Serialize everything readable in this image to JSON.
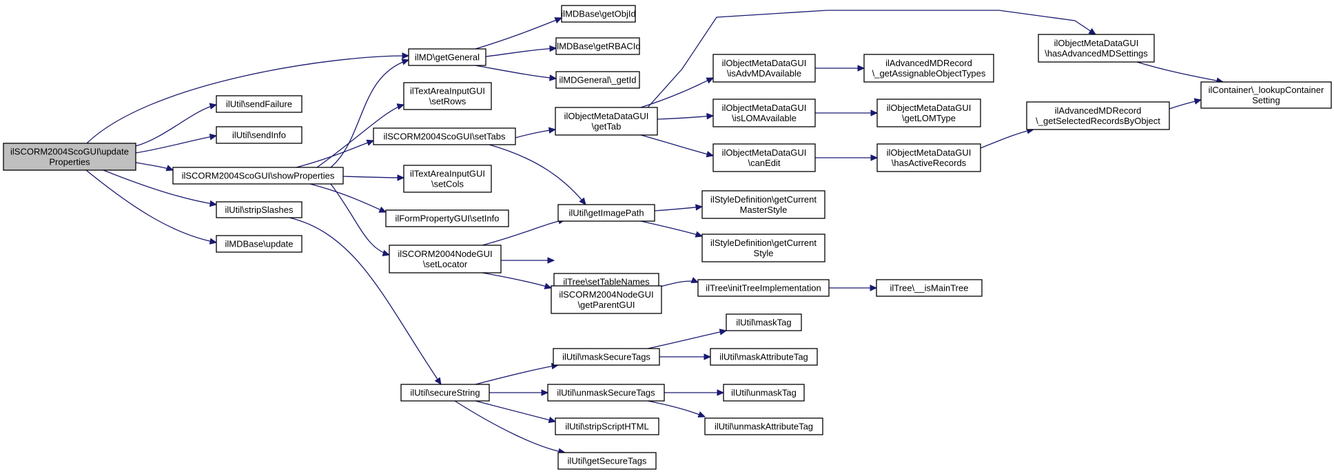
{
  "colors": {
    "edge": "#191970",
    "node_fill": "#ffffff",
    "root_fill": "#bfbfbf",
    "border": "#000000"
  },
  "nodes": [
    {
      "id": "root",
      "lines": [
        "ilSCORM2004ScoGUI\\update",
        "Properties"
      ],
      "root": true
    },
    {
      "id": "getGeneral",
      "lines": [
        "ilMD\\getGeneral"
      ]
    },
    {
      "id": "sendFailure",
      "lines": [
        "ilUtil\\sendFailure"
      ]
    },
    {
      "id": "sendInfo",
      "lines": [
        "ilUtil\\sendInfo"
      ]
    },
    {
      "id": "showProperties",
      "lines": [
        "ilSCORM2004ScoGUI\\showProperties"
      ]
    },
    {
      "id": "stripSlashes",
      "lines": [
        "ilUtil\\stripSlashes"
      ]
    },
    {
      "id": "mdUpdate",
      "lines": [
        "ilMDBase\\update"
      ]
    },
    {
      "id": "getObjId",
      "lines": [
        "ilMDBase\\getObjId"
      ]
    },
    {
      "id": "getRBACId",
      "lines": [
        "ilMDBase\\getRBACId"
      ]
    },
    {
      "id": "getGenId",
      "lines": [
        "ilMDGeneral\\_getId"
      ]
    },
    {
      "id": "setRows",
      "lines": [
        "ilTextAreaInputGUI",
        "\\setRows"
      ]
    },
    {
      "id": "setTabs",
      "lines": [
        "ilSCORM2004ScoGUI\\setTabs"
      ]
    },
    {
      "id": "setCols",
      "lines": [
        "ilTextAreaInputGUI",
        "\\setCols"
      ]
    },
    {
      "id": "setInfo",
      "lines": [
        "ilFormPropertyGUI\\setInfo"
      ]
    },
    {
      "id": "setLocator",
      "lines": [
        "ilSCORM2004NodeGUI",
        "\\setLocator"
      ]
    },
    {
      "id": "secureString",
      "lines": [
        "ilUtil\\secureString"
      ]
    },
    {
      "id": "getTab",
      "lines": [
        "ilObjectMetaDataGUI",
        "\\getTab"
      ]
    },
    {
      "id": "getImagePath",
      "lines": [
        "ilUtil\\getImagePath"
      ]
    },
    {
      "id": "setTableNames",
      "lines": [
        "ilTree\\setTableNames"
      ]
    },
    {
      "id": "getParentGUI",
      "lines": [
        "ilSCORM2004NodeGUI",
        "\\getParentGUI"
      ]
    },
    {
      "id": "maskSecureTags",
      "lines": [
        "ilUtil\\maskSecureTags"
      ]
    },
    {
      "id": "unmaskSecureTags",
      "lines": [
        "ilUtil\\unmaskSecureTags"
      ]
    },
    {
      "id": "stripScriptHTML",
      "lines": [
        "ilUtil\\stripScriptHTML"
      ]
    },
    {
      "id": "getSecureTags",
      "lines": [
        "ilUtil\\getSecureTags"
      ]
    },
    {
      "id": "isAdvMD",
      "lines": [
        "ilObjectMetaDataGUI",
        "\\isAdvMDAvailable"
      ]
    },
    {
      "id": "isLOM",
      "lines": [
        "ilObjectMetaDataGUI",
        "\\isLOMAvailable"
      ]
    },
    {
      "id": "canEdit",
      "lines": [
        "ilObjectMetaDataGUI",
        "\\canEdit"
      ]
    },
    {
      "id": "masterStyle",
      "lines": [
        "ilStyleDefinition\\getCurrent",
        "MasterStyle"
      ]
    },
    {
      "id": "curStyle",
      "lines": [
        "ilStyleDefinition\\getCurrent",
        "Style"
      ]
    },
    {
      "id": "initTree",
      "lines": [
        "ilTree\\initTreeImplementation"
      ]
    },
    {
      "id": "maskTag",
      "lines": [
        "ilUtil\\maskTag"
      ]
    },
    {
      "id": "maskAttrTag",
      "lines": [
        "ilUtil\\maskAttributeTag"
      ]
    },
    {
      "id": "unmaskTag",
      "lines": [
        "ilUtil\\unmaskTag"
      ]
    },
    {
      "id": "unmaskAttrTag",
      "lines": [
        "ilUtil\\unmaskAttributeTag"
      ]
    },
    {
      "id": "hasAdvMD",
      "lines": [
        "ilObjectMetaDataGUI",
        "\\hasAdvancedMDSettings"
      ]
    },
    {
      "id": "assignable",
      "lines": [
        "ilAdvancedMDRecord",
        "\\_getAssignableObjectTypes"
      ]
    },
    {
      "id": "getLOMType",
      "lines": [
        "ilObjectMetaDataGUI",
        "\\getLOMType"
      ]
    },
    {
      "id": "hasActive",
      "lines": [
        "ilObjectMetaDataGUI",
        "\\hasActiveRecords"
      ]
    },
    {
      "id": "isMainTree",
      "lines": [
        "ilTree\\__isMainTree"
      ]
    },
    {
      "id": "selected",
      "lines": [
        "ilAdvancedMDRecord",
        "\\_getSelectedRecordsByObject"
      ]
    },
    {
      "id": "lookup",
      "lines": [
        "ilContainer\\_lookupContainer",
        "Setting"
      ]
    }
  ]
}
